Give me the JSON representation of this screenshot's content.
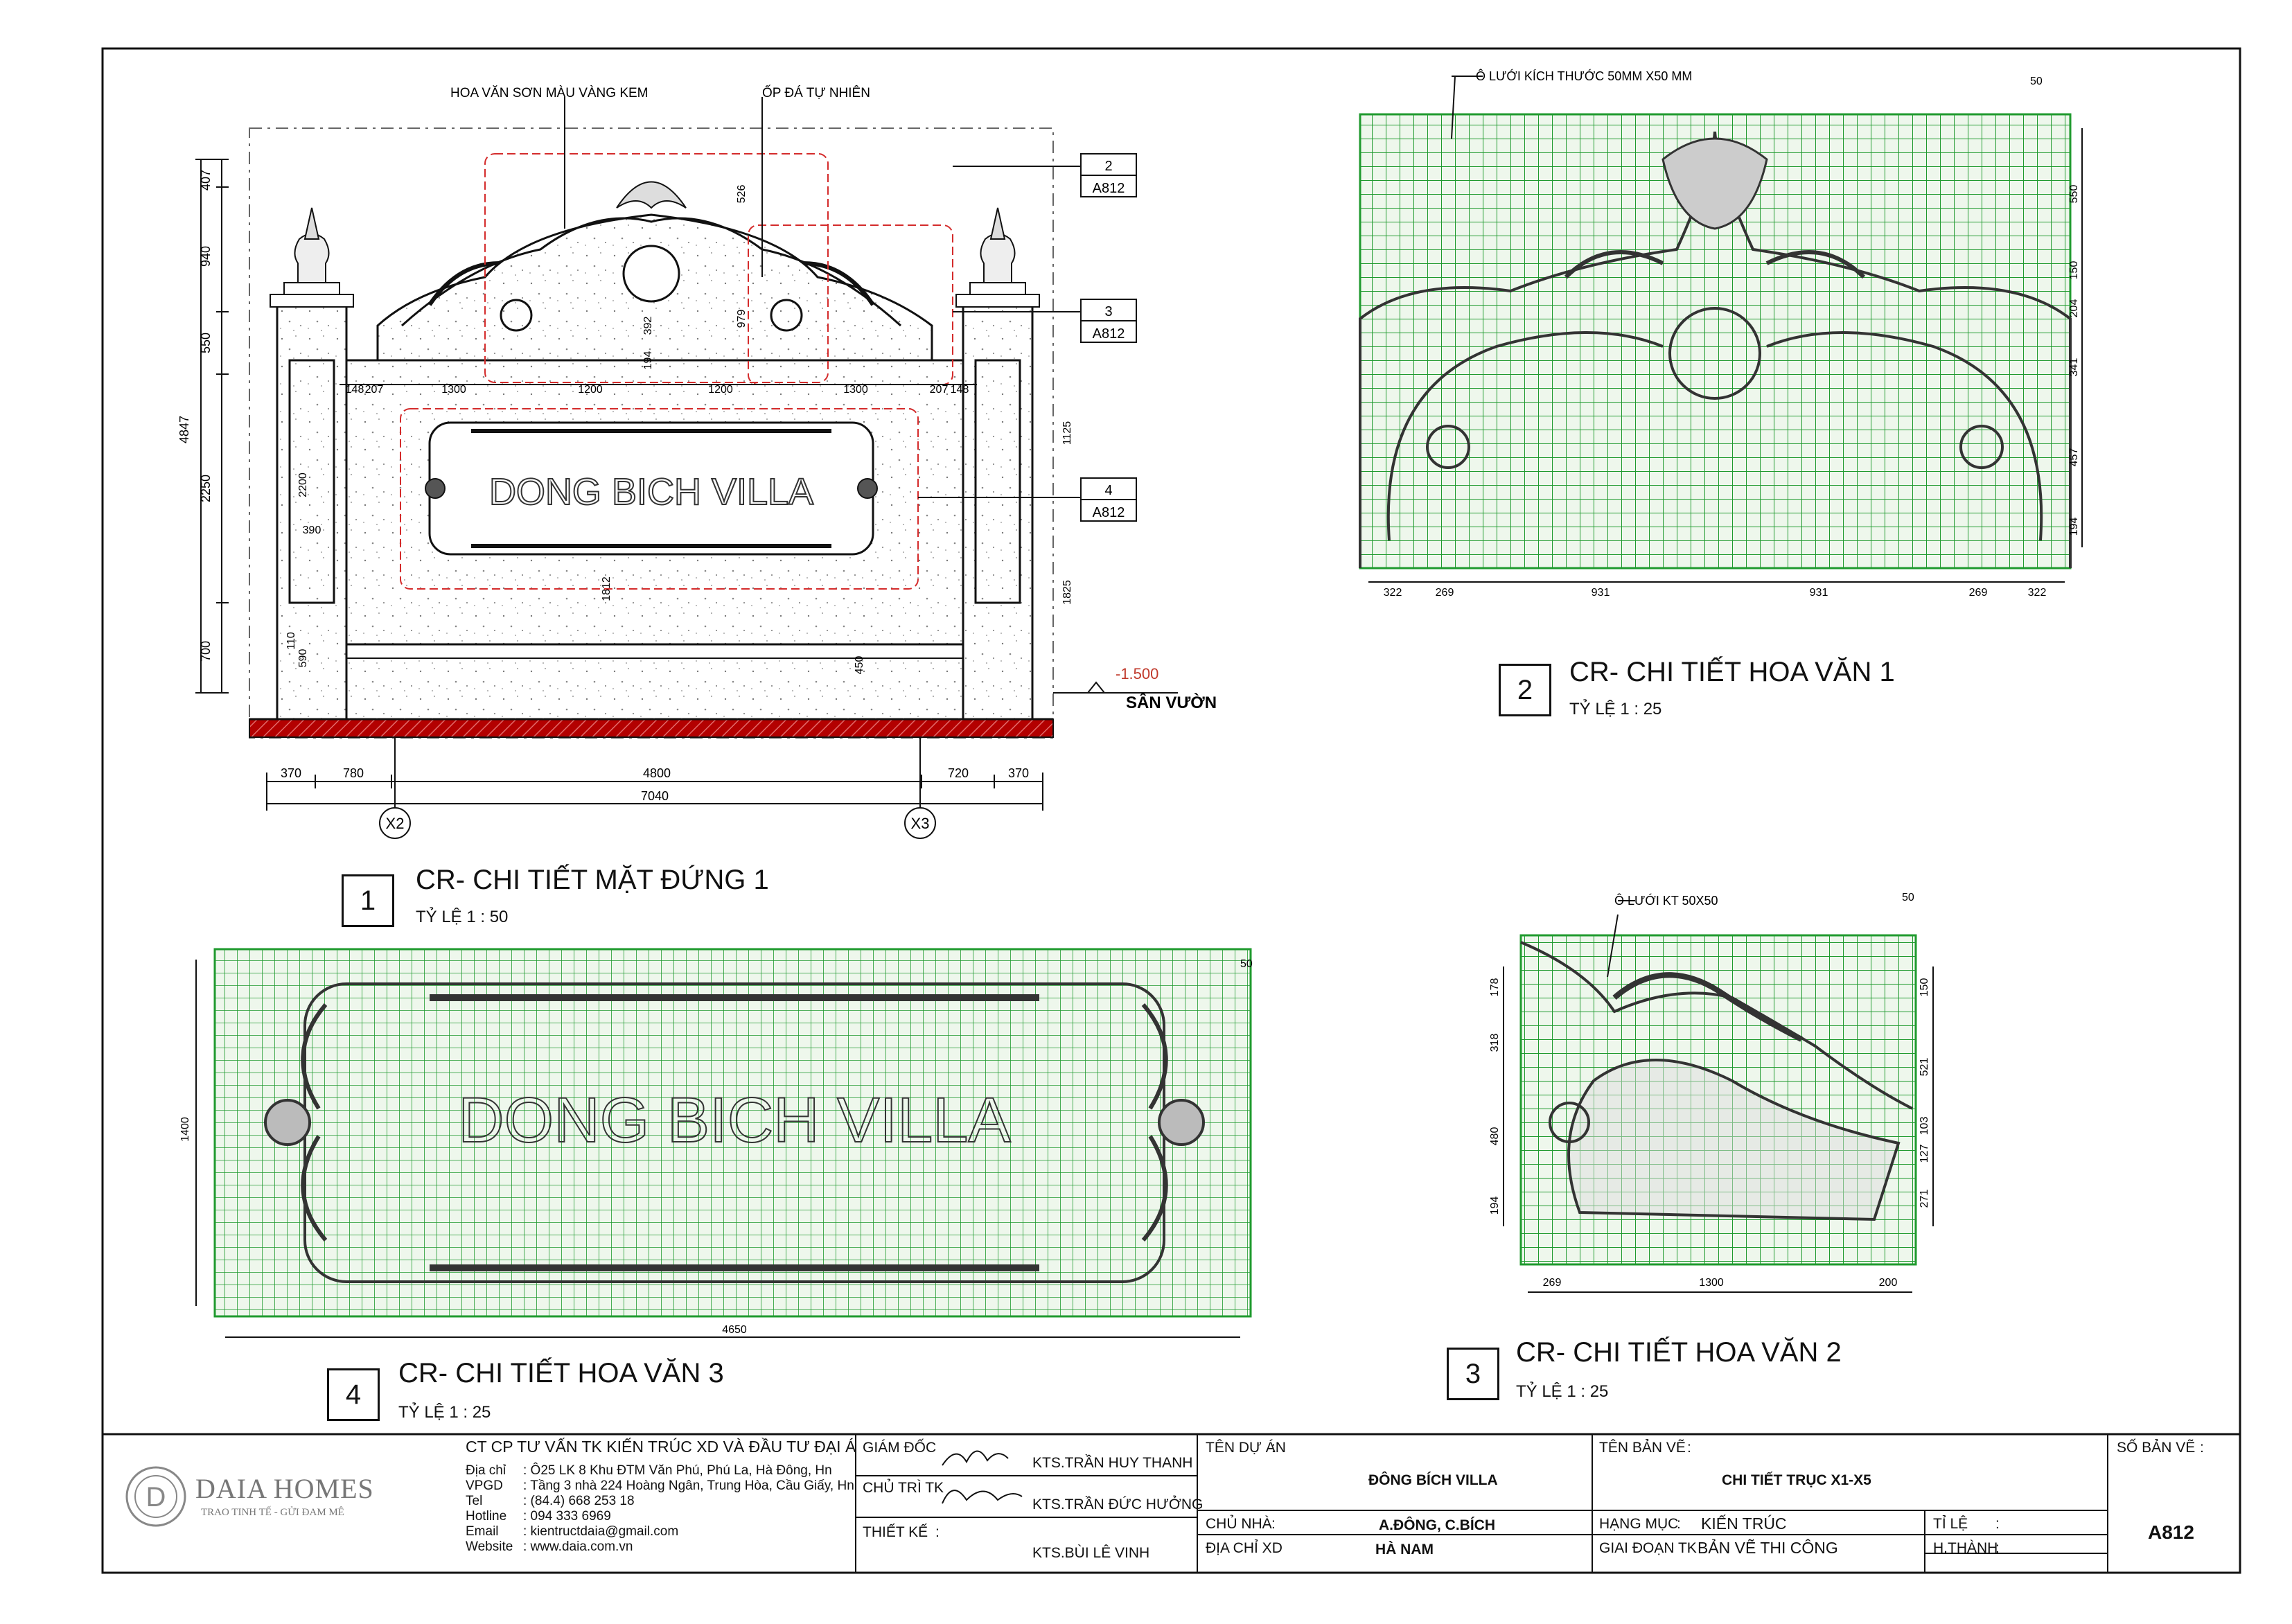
{
  "drawings": {
    "d1": {
      "number": "1",
      "title": "CR- CHI TIẾT MẶT ĐỨNG 1",
      "scale": "TỶ LỆ  1 : 50",
      "callouts": {
        "ornament_paint": "HOA VĂN SƠN MÀU VÀNG KEM",
        "stone_cladding": "ỐP ĐÁ TỰ NHIÊN"
      },
      "sign_text": "DONG BICH VILLA",
      "level_value": "-1.500",
      "level_label": "SÂN VƯỜN",
      "grid_axes": [
        "X2",
        "X3"
      ],
      "refs": [
        {
          "num": "2",
          "sheet": "A812"
        },
        {
          "num": "3",
          "sheet": "A812"
        },
        {
          "num": "4",
          "sheet": "A812"
        }
      ],
      "dims_left": [
        "407",
        "940",
        "550",
        "2250",
        "700"
      ],
      "dim_total_left": "4847",
      "dims_bottom": [
        "370",
        "780",
        "4800",
        "720",
        "370"
      ],
      "dim_total_bottom": "7040",
      "dims_mid": [
        "148",
        "207",
        "1300",
        "1200",
        "1200",
        "1300",
        "207",
        "148"
      ],
      "dims_inner": [
        "526",
        "979",
        "392",
        "194",
        "1125",
        "1825",
        "1812",
        "450",
        "2200",
        "390",
        "110",
        "590"
      ]
    },
    "d2": {
      "number": "2",
      "title": "CR- CHI TIẾT HOA VĂN 1",
      "scale": "TỶ LỆ  1 : 25",
      "grid_note": "Ô LƯỚI KÍCH THƯỚC 50MM X50 MM",
      "grid_dim": "50",
      "dims_right": [
        "550",
        "150",
        "204",
        "341",
        "457",
        "194"
      ],
      "dims_bottom": [
        "322",
        "269",
        "931",
        "931",
        "269",
        "322"
      ]
    },
    "d3": {
      "number": "3",
      "title": "CR- CHI TIẾT HOA VĂN 2",
      "scale": "TỶ LỆ  1 : 25",
      "grid_note": "Ô LƯỚI KT 50X50",
      "grid_dim": "50",
      "dims_left": [
        "178",
        "318",
        "480",
        "194"
      ],
      "dims_right": [
        "150",
        "521",
        "103",
        "127",
        "271"
      ],
      "dims_bottom": [
        "269",
        "1300",
        "200"
      ]
    },
    "d4": {
      "number": "4",
      "title": "CR- CHI TIẾT HOA VĂN 3",
      "scale": "TỶ LỆ  1 : 25",
      "sign_text": "DONG BICH VILLA",
      "grid_dim": "50",
      "dim_left": "1400",
      "dim_bottom": "4650"
    }
  },
  "title_block": {
    "logo_name": "DAIA HOMES",
    "logo_tagline": "TRAO TINH TẾ - GỬI ĐAM MÊ",
    "company": "CT CP TƯ VẤN TK KIẾN TRÚC XD VÀ ĐẦU TƯ ĐẠI Á",
    "address_label": "Địa chỉ",
    "address": ": Ô25 LK 8 Khu ĐTM Văn Phú,  Phú La, Hà Đông, Hn",
    "office_label": "VPGD",
    "office": ": Tầng 3 nhà 224 Hoàng Ngân, Trung Hòa, Cầu Giấy, Hn",
    "tel_label": "Tel",
    "tel": ": (84.4) 668 253 18",
    "hotline_label": "Hotline",
    "hotline": ": 094 333 6969",
    "email_label": "Email",
    "email": ": kientructdaia@gmail.com",
    "website_label": "Website",
    "website": ": www.daia.com.vn",
    "director_label": "GIÁM ĐỐC",
    "director": "KTS.TRẦN HUY THANH",
    "lead_label": "CHỦ TRÌ TK",
    "lead": "KTS.TRẦN ĐỨC HƯỞNG",
    "designer_label": "THIẾT KẾ",
    "designer_colon": ":",
    "designer": "KTS.BÙI LÊ VINH",
    "project_label": "TÊN DỰ ÁN",
    "project": "ĐÔNG BÍCH VILLA",
    "owner_label": "CHỦ NHÀ",
    "owner": "A.ĐÔNG, C.BÍCH",
    "location_label": "ĐỊA CHỈ XD",
    "location": "HÀ NAM",
    "drawing_label": "TÊN BẢN VẼ",
    "drawing_name": "CHI TIẾT TRỤC X1-X5",
    "category_label": "HẠNG MỤC",
    "category": "KIẾN TRÚC",
    "stage_label": "GIAI ĐOẠN TK",
    "stage": "BẢN VẼ THI CÔNG",
    "scale_label": "TỈ LỆ",
    "completed_label": "H.THÀNH",
    "sheet_label": "SỐ BẢN VẼ",
    "sheet_no": "A812",
    "colon": ":"
  },
  "colors": {
    "grid": "#1f9a2e",
    "grid_fill": "#e8f5e6",
    "hatch": "#b30000",
    "dashed_red": "#d42b2b",
    "line": "#111111"
  }
}
